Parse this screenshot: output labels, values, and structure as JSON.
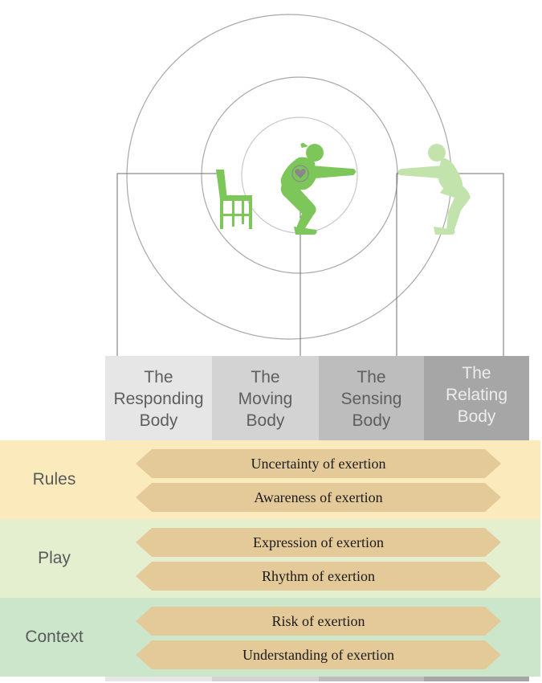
{
  "columns": [
    {
      "label": "The\nResponding\nBody"
    },
    {
      "label": "The\nMoving\nBody"
    },
    {
      "label": "The\nSensing\nBody"
    },
    {
      "label": "The\nRelating\nBody"
    }
  ],
  "rows": [
    {
      "label": "Rules",
      "items": [
        "Uncertainty of exertion",
        "Awareness of exertion"
      ]
    },
    {
      "label": "Play",
      "items": [
        "Expression of exertion",
        "Rhythm of exertion"
      ]
    },
    {
      "label": "Context",
      "items": [
        "Risk of exertion",
        "Understanding of exertion"
      ]
    }
  ],
  "colors": {
    "figure_green": "#7cc65a",
    "figure_light_green": "#c3e3ac",
    "circle_stroke": "#9a9a9a",
    "rules_band": "#faeabc",
    "play_band": "#e3efcf",
    "context_band": "#cce6cc",
    "arrow_fill": "#e5ca99"
  },
  "icons": [
    "chair-icon",
    "squatting-person-icon",
    "heart-icon",
    "partner-person-icon"
  ]
}
